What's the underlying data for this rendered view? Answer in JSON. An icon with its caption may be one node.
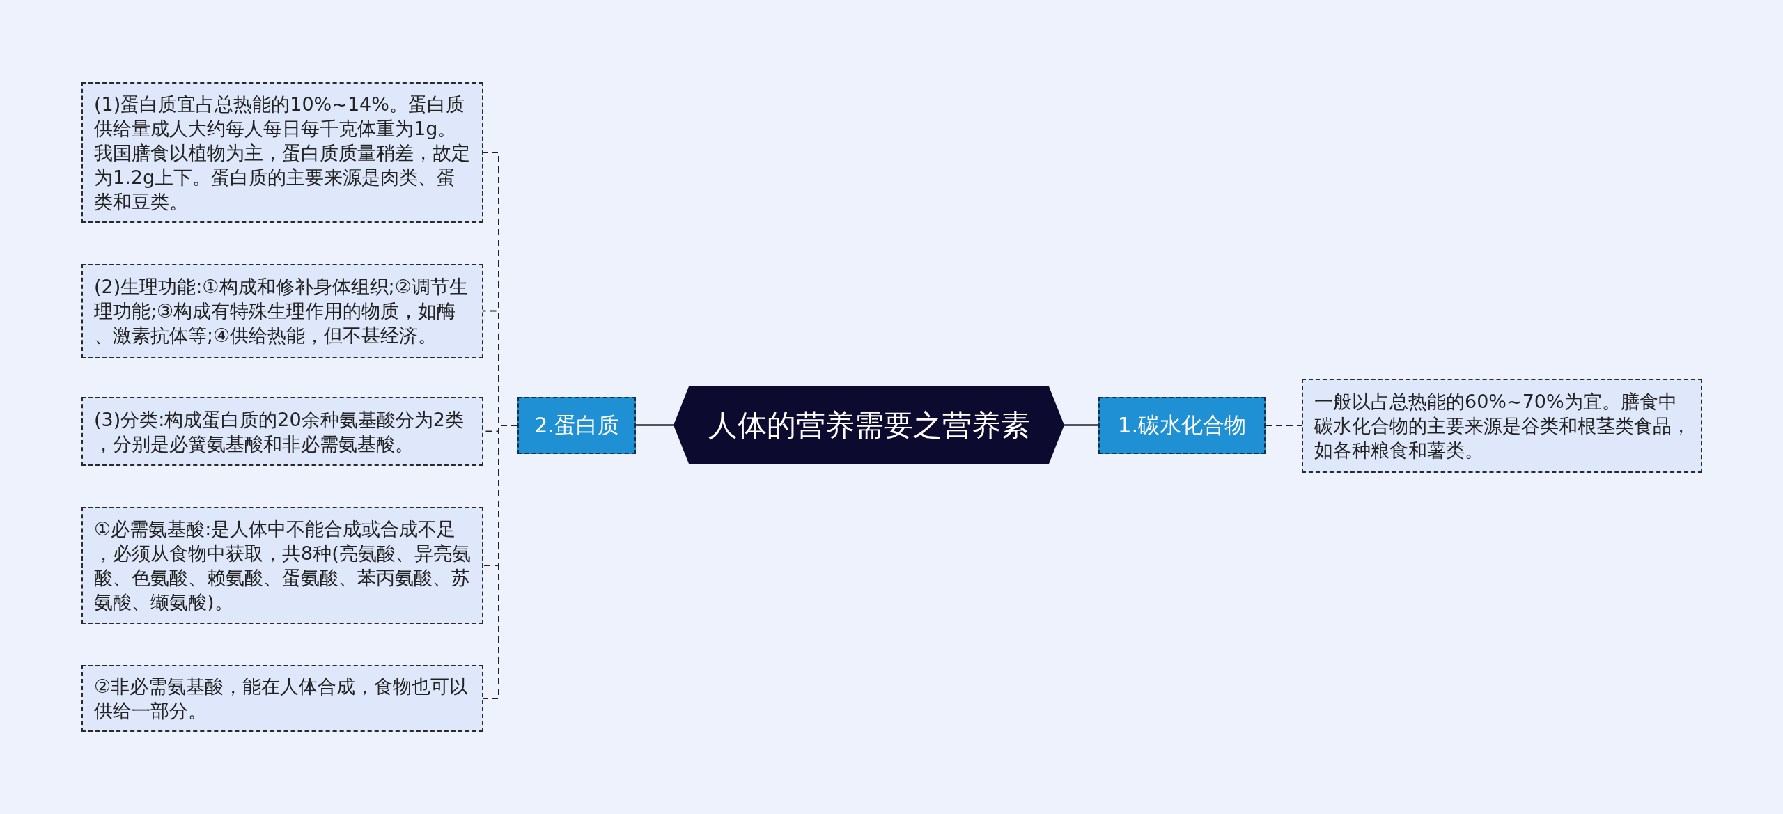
{
  "diagram": {
    "nodes": [
      {
        "text": [
          "人体的营养需要之营养素"
        ]
      },
      {
        "text": [
          "2.蛋白质"
        ]
      },
      {
        "text": [
          "(1)蛋白质宜占总热能的10%~14%。蛋白质供给量成人大约每人每日每千克体重为1g。我国膳食以植物为主，蛋白质质量稍差，故定为1.2g上下。蛋白质的主要来源是肉类、蛋类和豆类。"
        ]
      },
      {
        "text": [
          "(2)生理功能:①构成和修补身体组织;②调节生理功能;③构成有特殊生理作用的物质，如酶、激素抗体等;④供给热能，但不甚经济。"
        ]
      },
      {
        "text": [
          "(3)分类:构成蛋白质的20余种氨基酸分为2类，分别是必簧氨基酸和非必需氨基酸。"
        ]
      },
      {
        "text": [
          "①必需氨基酸:是人体中不能合成或合成不足，必须从食物中获取，共8种(亮氨酸、异亮氨酸、色氨酸、赖氨酸、蛋氨酸、苯丙氨酸、苏氨酸、缬氨酸)。"
        ]
      },
      {
        "text": [
          "②非必需氨基酸，能在人体合成，食物也可以供给一部分。"
        ]
      },
      {
        "text": [
          "1.碳水化合物"
        ]
      },
      {
        "text": [
          "一般以占总热能的60%~70%为宜。膳食中碳水化合物的主要来源是谷类和根茎类食品，如各种粮食和薯类。"
        ]
      }
    ],
    "edges": [
      {
        "from": 0,
        "to": 1,
        "arrow": "none"
      },
      {
        "from": 1,
        "to": 2,
        "arrow": "none",
        "style": "dashed"
      },
      {
        "from": 1,
        "to": 3,
        "arrow": "none",
        "style": "dashed"
      },
      {
        "from": 1,
        "to": 4,
        "arrow": "none",
        "style": "dashed"
      },
      {
        "from": 1,
        "to": 5,
        "arrow": "none",
        "style": "dashed"
      },
      {
        "from": 1,
        "to": 6,
        "arrow": "none",
        "style": "dashed"
      },
      {
        "from": 0,
        "to": 7,
        "arrow": "none"
      },
      {
        "from": 7,
        "to": 8,
        "arrow": "none",
        "style": "dashed"
      }
    ]
  }
}
